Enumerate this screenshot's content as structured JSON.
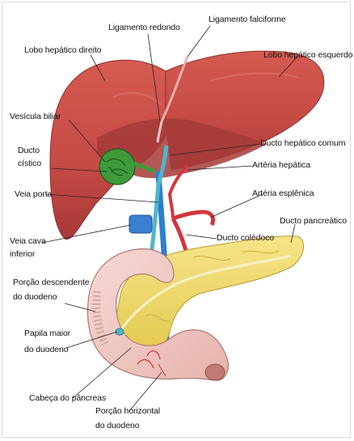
{
  "labels": {
    "ligamento_redondo": "Ligamento redondo",
    "ligamento_falciforme": "Ligamento falciforme",
    "lobo_direito": "Lobo hepático direito",
    "lobo_esquerdo": "Lobo hepático esquerdo",
    "vesicula_biliar": "Vesícula biliar",
    "ducto_cistico_1": "Ducto",
    "ducto_cistico_2": "cístico",
    "ducto_hepatico_comum": "Ducto hepático comum",
    "arteria_hepatica": "Artéria hepática",
    "veia_porta": "Veia porta",
    "arteria_esplenica": "Artéria esplênica",
    "ducto_pancreatico": "Ducto pancreático",
    "veia_cava_1": "Veia cava",
    "veia_cava_2": "inferior",
    "ducto_coledoco": "Ducto colédoco",
    "porcao_descendente_1": "Porção descendente",
    "porcao_descendente_2": "do duodeno",
    "papila_maior_1": "Papila maior",
    "papila_maior_2": "do duodeno",
    "cabeca_pancreas": "Cabeça do pâncreas",
    "porcao_horizontal_1": "Porção horizontal",
    "porcao_horizontal_2": "do duodeno"
  },
  "colors": {
    "liver": "#c94a45",
    "liver_dark": "#9e2f2c",
    "gallbladder": "#3f9a3a",
    "pancreas": "#f0dc6a",
    "duodenum": "#f1c9c4",
    "bile_duct": "#4fb7c9",
    "portal_vein": "#2a7fd0",
    "artery": "#d2363a"
  }
}
